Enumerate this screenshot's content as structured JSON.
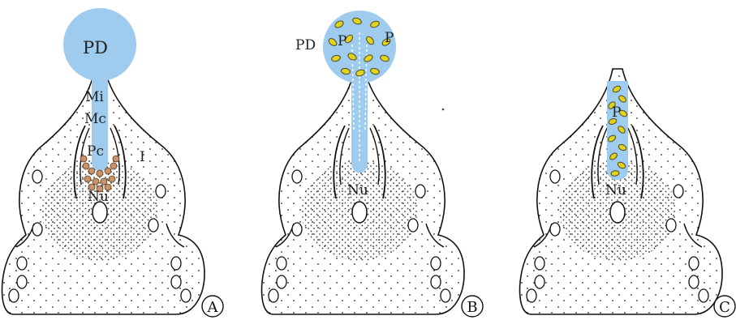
{
  "colors": {
    "drop": "#9ecbee",
    "pollen": "#e3d21c",
    "pollen_outline": "#4a4a2a",
    "pollen_chamber_cells": "#c8926a",
    "outline": "#111111",
    "background": "#ffffff"
  },
  "panels": [
    {
      "letter": "A",
      "stage": "pollination-drop",
      "labels": {
        "drop": "PD",
        "micropyle": "Mi",
        "micropylar_canal": "Mc",
        "pollen_chamber": "Pc",
        "integument": "I",
        "nucellus": "Nu"
      }
    },
    {
      "letter": "B",
      "stage": "pollen-in-drop",
      "labels": {
        "drop": "PD",
        "pollen_left": "P",
        "pollen_right": "P",
        "nucellus": "Nu"
      }
    },
    {
      "letter": "C",
      "stage": "drop-retracted",
      "labels": {
        "pollen": "P",
        "nucellus": "Nu"
      }
    }
  ]
}
